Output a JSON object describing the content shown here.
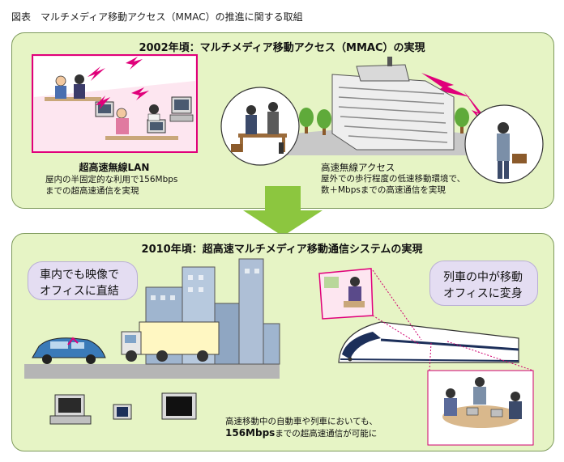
{
  "figure_title": "図表　マルチメディア移動アクセス（MMAC）の推進に関する取組",
  "panel_2002": {
    "title": "2002年頃：マルチメディア移動アクセス（MMAC）の実現",
    "lan_caption_title": "超高速無線LAN",
    "lan_caption_line1": "屋内の半固定的な利用で156Mbps",
    "lan_caption_line2": "までの超高速通信を実現",
    "access_caption_title": "高速無線アクセス",
    "access_caption_line1": "屋外での歩行程度の低速移動環境で、",
    "access_caption_line2": "数＋Mbpsまでの高速通信を実現"
  },
  "panel_2010": {
    "title": "2010年頃：超高速マルチメディア移動通信システムの実現",
    "bubble_car_line1": "車内でも映像で",
    "bubble_car_line2": "オフィスに直結",
    "bubble_train_line1": "列車の中が移動",
    "bubble_train_line2": "オフィスに変身",
    "bottom_caption_line1": "高速移動中の自動車や列車においても、",
    "bottom_caption_line2_bold": "156Mbps",
    "bottom_caption_line2_rest": "までの超高速通信が可能に"
  },
  "colors": {
    "panel_bg": "#e6f4c5",
    "panel_border": "#7e9a5c",
    "arrow_green": "#8cc63f",
    "office_frame": "#e0007a",
    "signal_pink": "#e0007a",
    "bubble_bg": "#e4ddf2",
    "train_dotted": "#d0006f"
  },
  "icons": [
    "lightning-signal-icon",
    "computer-icon",
    "building-icon",
    "tree-icon",
    "person-icon",
    "car-icon",
    "truck-icon",
    "bullet-train-icon",
    "monitor-icon"
  ]
}
